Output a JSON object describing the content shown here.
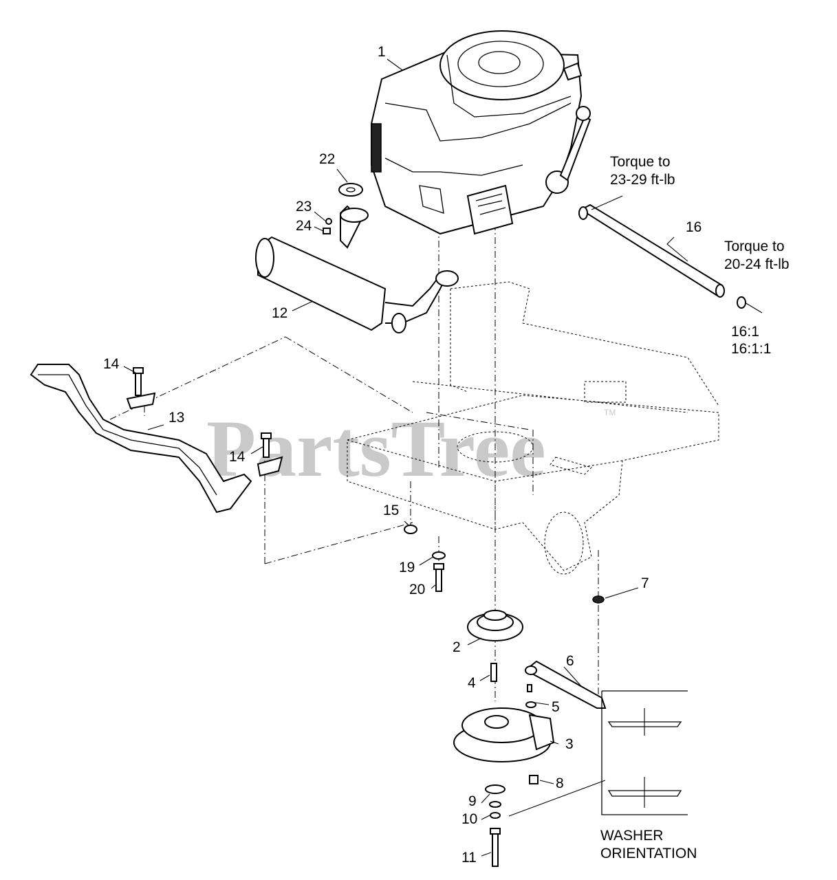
{
  "callouts": [
    {
      "id": "c1",
      "text": "1"
    },
    {
      "id": "c2",
      "text": "2"
    },
    {
      "id": "c3",
      "text": "3"
    },
    {
      "id": "c4",
      "text": "4"
    },
    {
      "id": "c5",
      "text": "5"
    },
    {
      "id": "c6",
      "text": "6"
    },
    {
      "id": "c7",
      "text": "7"
    },
    {
      "id": "c8",
      "text": "8"
    },
    {
      "id": "c9",
      "text": "9"
    },
    {
      "id": "c10",
      "text": "10"
    },
    {
      "id": "c11",
      "text": "11"
    },
    {
      "id": "c12",
      "text": "12"
    },
    {
      "id": "c13",
      "text": "13"
    },
    {
      "id": "c14a",
      "text": "14"
    },
    {
      "id": "c14b",
      "text": "14"
    },
    {
      "id": "c15",
      "text": "15"
    },
    {
      "id": "c16",
      "text": "16"
    },
    {
      "id": "c161",
      "text": "16:1"
    },
    {
      "id": "c1611",
      "text": "16:1:1"
    },
    {
      "id": "c19",
      "text": "19"
    },
    {
      "id": "c20",
      "text": "20"
    },
    {
      "id": "c22",
      "text": "22"
    },
    {
      "id": "c23",
      "text": "23"
    },
    {
      "id": "c24",
      "text": "24"
    }
  ],
  "notes": {
    "torque_1_line1": "Torque to",
    "torque_1_line2": "23-29 ft-lb",
    "torque_2_line1": "Torque to",
    "torque_2_line2": "20-24 ft-lb",
    "washer_line1": "WASHER",
    "washer_line2": "ORIENTATION"
  },
  "watermark": {
    "text": "PartsTree",
    "trademark": "TM",
    "color": "#c9c9c9"
  }
}
